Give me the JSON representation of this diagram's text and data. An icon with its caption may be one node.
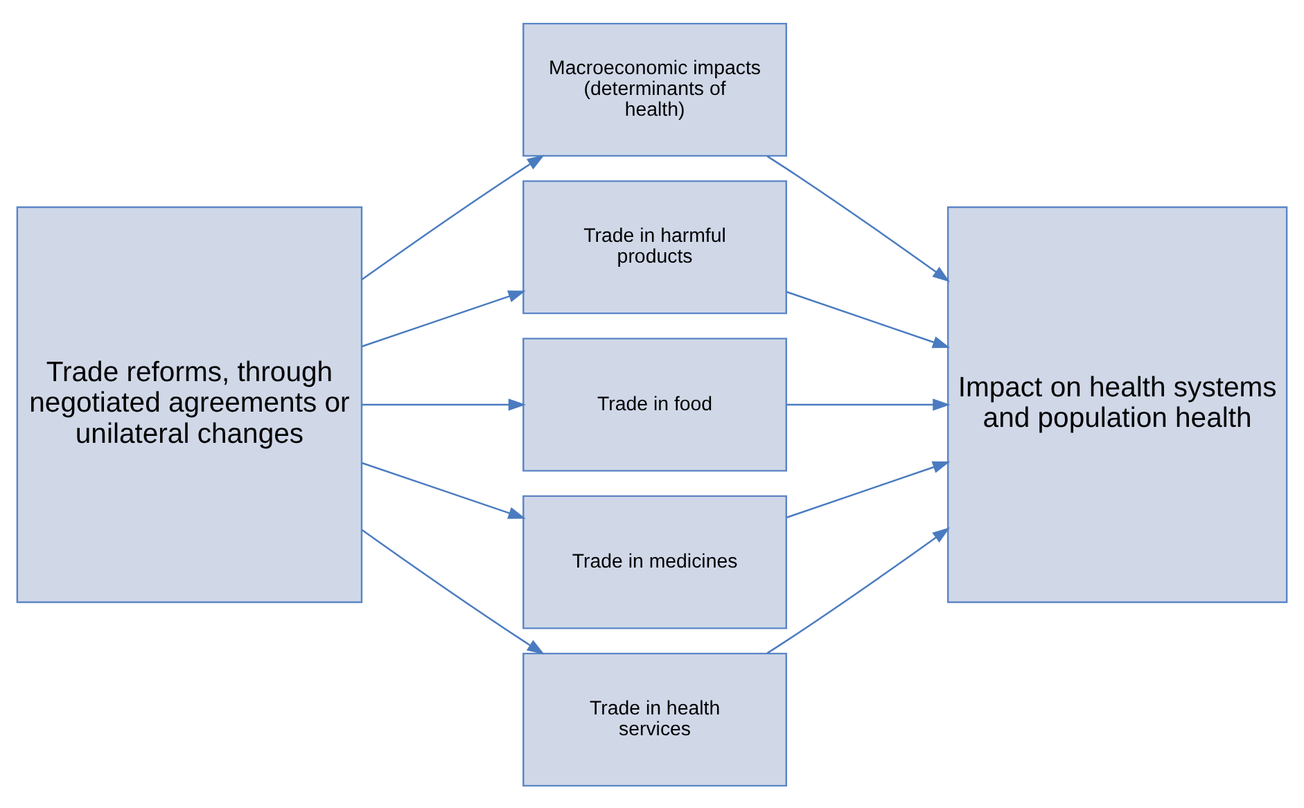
{
  "diagram": {
    "nodes": [
      {
        "text": [
          "Trade reforms, through negotiated agreements or unilateral changes"
        ]
      },
      {
        "text": [
          "Macroeconomic impacts (determinants of health)"
        ]
      },
      {
        "text": [
          "Trade in harmful products"
        ]
      },
      {
        "text": [
          "Trade in food"
        ]
      },
      {
        "text": [
          "Trade in medicines"
        ]
      },
      {
        "text": [
          "Trade in health services"
        ]
      },
      {
        "text": [
          "Impact on health systems and population health"
        ]
      }
    ],
    "edges": [
      {
        "from": 0,
        "to": 1,
        "arrow": "to"
      },
      {
        "from": 0,
        "to": 2,
        "arrow": "to"
      },
      {
        "from": 0,
        "to": 3,
        "arrow": "to"
      },
      {
        "from": 0,
        "to": 4,
        "arrow": "to"
      },
      {
        "from": 0,
        "to": 5,
        "arrow": "to"
      },
      {
        "from": 1,
        "to": 6,
        "arrow": "to"
      },
      {
        "from": 2,
        "to": 6,
        "arrow": "to"
      },
      {
        "from": 3,
        "to": 6,
        "arrow": "to"
      },
      {
        "from": 4,
        "to": 6,
        "arrow": "to"
      },
      {
        "from": 5,
        "to": 6,
        "arrow": "to"
      }
    ]
  }
}
